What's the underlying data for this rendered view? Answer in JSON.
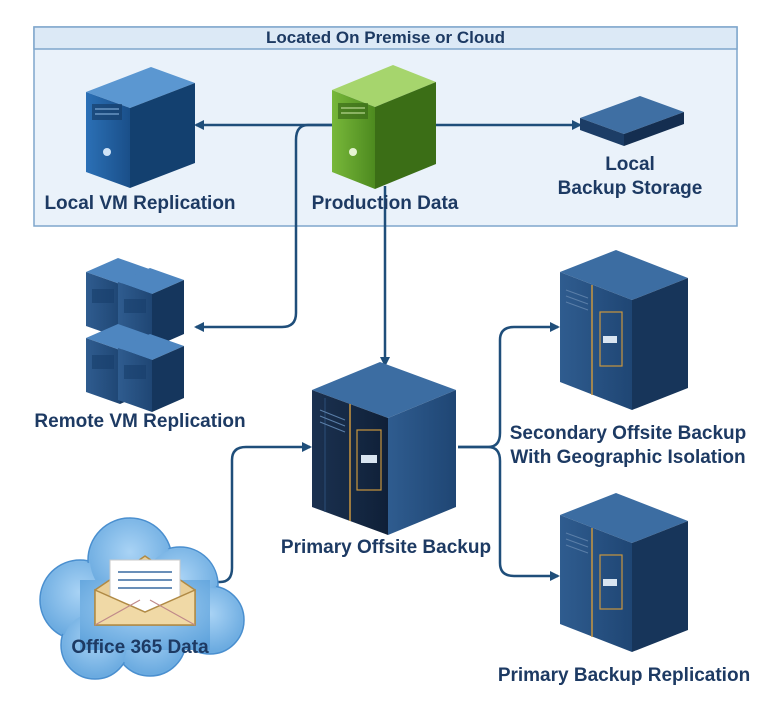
{
  "region": {
    "title": "Located On Premise or Cloud"
  },
  "nodes": {
    "local_vm_replication": {
      "label": "Local VM Replication",
      "icon": "server-tower-icon"
    },
    "production_data": {
      "label": "Production Data",
      "icon": "server-tower-icon"
    },
    "local_backup_storage": {
      "label_line1": "Local",
      "label_line2": "Backup Storage",
      "icon": "storage-appliance-icon"
    },
    "remote_vm_replication": {
      "label": "Remote VM Replication",
      "icon": "server-cluster-icon"
    },
    "primary_offsite_backup": {
      "label": "Primary Offsite Backup",
      "icon": "server-rack-icon"
    },
    "secondary_offsite_backup": {
      "label_line1": "Secondary Offsite Backup",
      "label_line2": "With Geographic Isolation",
      "icon": "server-rack-icon"
    },
    "primary_backup_replication": {
      "label": "Primary Backup Replication",
      "icon": "server-rack-icon"
    },
    "office_365_data": {
      "label": "Office 365 Data",
      "icon": "cloud-mail-icon"
    }
  },
  "colors": {
    "accent_blue": "#1f4e7a",
    "label_text": "#1d3a63",
    "region_fill": "#eaf2fa",
    "region_border": "#7fa6cc",
    "production_green": "#5e9b2a",
    "cloud_blue": "#7ab6e6"
  }
}
